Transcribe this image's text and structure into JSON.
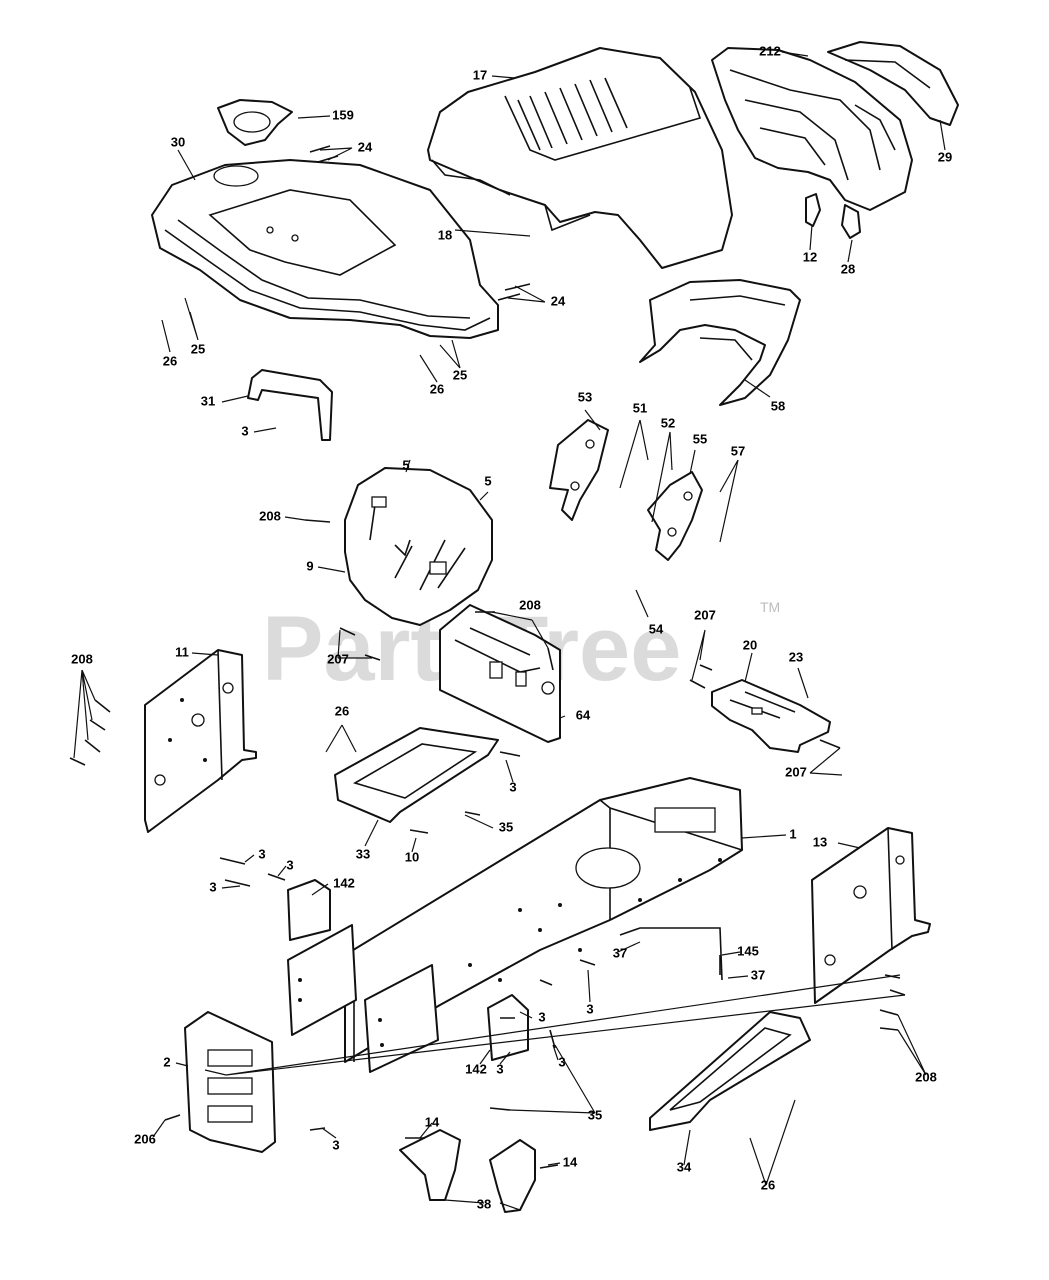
{
  "watermark": {
    "text": "PartsTree",
    "trademark": "TM"
  },
  "callouts": [
    {
      "id": "c-17",
      "text": "17"
    },
    {
      "id": "c-212",
      "text": "212"
    },
    {
      "id": "c-29",
      "text": "29"
    },
    {
      "id": "c-159",
      "text": "159"
    },
    {
      "id": "c-30",
      "text": "30"
    },
    {
      "id": "c-24a",
      "text": "24"
    },
    {
      "id": "c-18",
      "text": "18"
    },
    {
      "id": "c-12",
      "text": "12"
    },
    {
      "id": "c-28",
      "text": "28"
    },
    {
      "id": "c-24b",
      "text": "24"
    },
    {
      "id": "c-26a",
      "text": "26"
    },
    {
      "id": "c-25a",
      "text": "25"
    },
    {
      "id": "c-26b",
      "text": "26"
    },
    {
      "id": "c-25b",
      "text": "25"
    },
    {
      "id": "c-58",
      "text": "58"
    },
    {
      "id": "c-31",
      "text": "31"
    },
    {
      "id": "c-3a",
      "text": "3"
    },
    {
      "id": "c-53",
      "text": "53"
    },
    {
      "id": "c-51",
      "text": "51"
    },
    {
      "id": "c-52",
      "text": "52"
    },
    {
      "id": "c-55",
      "text": "55"
    },
    {
      "id": "c-57",
      "text": "57"
    },
    {
      "id": "c-5a",
      "text": "5"
    },
    {
      "id": "c-5b",
      "text": "5"
    },
    {
      "id": "c-208a",
      "text": "208"
    },
    {
      "id": "c-9",
      "text": "9"
    },
    {
      "id": "c-54",
      "text": "54"
    },
    {
      "id": "c-208b",
      "text": "208"
    },
    {
      "id": "c-207a",
      "text": "207"
    },
    {
      "id": "c-207b",
      "text": "207"
    },
    {
      "id": "c-20",
      "text": "20"
    },
    {
      "id": "c-23",
      "text": "23"
    },
    {
      "id": "c-208c",
      "text": "208"
    },
    {
      "id": "c-11",
      "text": "11"
    },
    {
      "id": "c-64",
      "text": "64"
    },
    {
      "id": "c-26c",
      "text": "26"
    },
    {
      "id": "c-207c",
      "text": "207"
    },
    {
      "id": "c-3b",
      "text": "3"
    },
    {
      "id": "c-35a",
      "text": "35"
    },
    {
      "id": "c-33",
      "text": "33"
    },
    {
      "id": "c-10",
      "text": "10"
    },
    {
      "id": "c-1",
      "text": "1"
    },
    {
      "id": "c-13",
      "text": "13"
    },
    {
      "id": "c-3c",
      "text": "3"
    },
    {
      "id": "c-3d",
      "text": "3"
    },
    {
      "id": "c-3e",
      "text": "3"
    },
    {
      "id": "c-142a",
      "text": "142"
    },
    {
      "id": "c-145",
      "text": "145"
    },
    {
      "id": "c-37a",
      "text": "37"
    },
    {
      "id": "c-37b",
      "text": "37"
    },
    {
      "id": "c-3f",
      "text": "3"
    },
    {
      "id": "c-3g",
      "text": "3"
    },
    {
      "id": "c-3h",
      "text": "3"
    },
    {
      "id": "c-142b",
      "text": "142"
    },
    {
      "id": "c-3i",
      "text": "3"
    },
    {
      "id": "c-2",
      "text": "2"
    },
    {
      "id": "c-208d",
      "text": "208"
    },
    {
      "id": "c-206",
      "text": "206"
    },
    {
      "id": "c-3j",
      "text": "3"
    },
    {
      "id": "c-35b",
      "text": "35"
    },
    {
      "id": "c-14a",
      "text": "14"
    },
    {
      "id": "c-14b",
      "text": "14"
    },
    {
      "id": "c-34",
      "text": "34"
    },
    {
      "id": "c-26d",
      "text": "26"
    },
    {
      "id": "c-38",
      "text": "38"
    }
  ]
}
